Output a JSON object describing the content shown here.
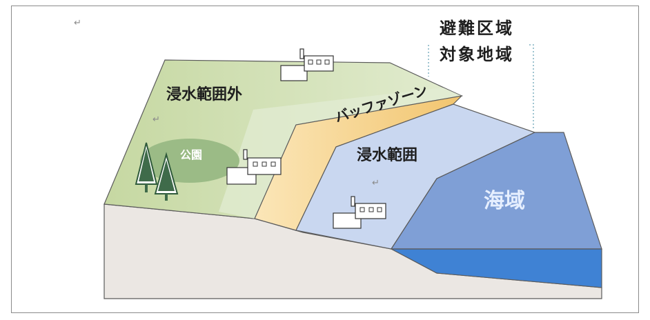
{
  "labels": {
    "evac_line1": "避難区域",
    "evac_line2": "対象地域",
    "outside_zone": "浸水範囲外",
    "park": "公園",
    "buffer_zone": "バッファゾーン",
    "inundation_zone": "浸水範囲",
    "sea_area": "海域"
  },
  "colors": {
    "safe_green": "#c8d9a6",
    "safe_green_light": "#dde9c8",
    "park_green": "#9fbd86",
    "buffer_yellow": "#f6d18c",
    "inundation_blue": "#c9d7f0",
    "sea_blue": "#7f9fd6",
    "sea_deep": "#3f7fd1",
    "ground": "#eae6e2",
    "tree_green": "#3f6b4a"
  },
  "icons": [
    "factory-icon",
    "tree-icon",
    "return-mark-icon"
  ]
}
